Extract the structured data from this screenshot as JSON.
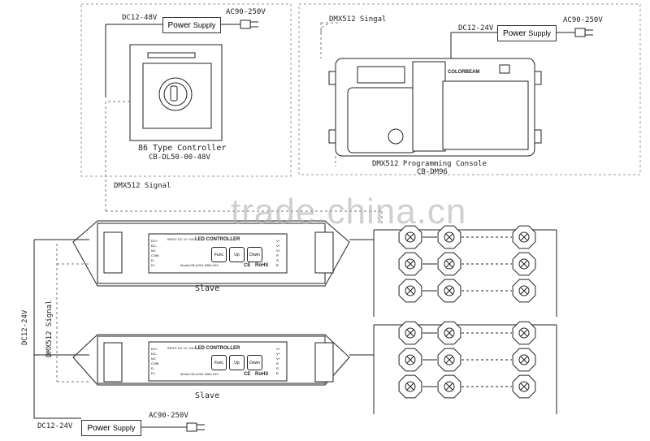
{
  "top_left": {
    "dc_label": "DC12-48V",
    "ac_label": "AC90-250V",
    "power_supply": {
      "word1": "Power",
      "word2": "Supply"
    },
    "controller_title": "86 Type Controller",
    "controller_model": "CB-DL50-00-48V"
  },
  "top_right": {
    "signal_label": "DMX512 Singal",
    "dc_label": "DC12-24V",
    "ac_label": "AC90-250V",
    "power_supply": {
      "word1": "Power",
      "word2": "Supply"
    },
    "console_brand": "COLORBEAM",
    "console_title": "DMX512 Programming Console",
    "console_model": "CB-DM96"
  },
  "middle": {
    "signal_label": "DMX512 Signal",
    "watermark": "trade.china.cn"
  },
  "controllers": [
    {
      "title": "LED CONTROLLER",
      "role": "Slave",
      "input": "INPUT DC 12~24V",
      "rohs": "RoHS",
      "ce": "CE",
      "buttons": [
        "Func",
        "Up",
        "Down"
      ],
      "left_pins": [
        "DC+",
        "DC-",
        "NC",
        "COM",
        "D-",
        "D+"
      ],
      "right_pins": [
        "V+",
        "V+",
        "V+",
        "R",
        "G",
        "B"
      ],
      "model": "Model:CB-A216-3360-24V"
    },
    {
      "title": "LED CONTROLLER",
      "role": "Slave",
      "input": "INPUT DC 12~24V",
      "rohs": "RoHS",
      "ce": "CE",
      "buttons": [
        "Func",
        "Up",
        "Down"
      ],
      "left_pins": [
        "DC+",
        "DC-",
        "NC",
        "COM",
        "D-",
        "D+"
      ],
      "right_pins": [
        "V+",
        "V+",
        "V+",
        "R",
        "G",
        "B"
      ],
      "model": "Model:CB-A216-3360-24V"
    }
  ],
  "left_side": {
    "dc_label": "DC12-24V",
    "signal_label": "DMX512  Signal"
  },
  "bottom": {
    "dc_label": "DC12-24V",
    "ac_label": "AC90-250V",
    "power_supply": {
      "word1": "Power",
      "word2": "Supply"
    }
  },
  "led_grid": {
    "rows_per_group": 3,
    "cols_per_group": 3,
    "groups": 2
  }
}
